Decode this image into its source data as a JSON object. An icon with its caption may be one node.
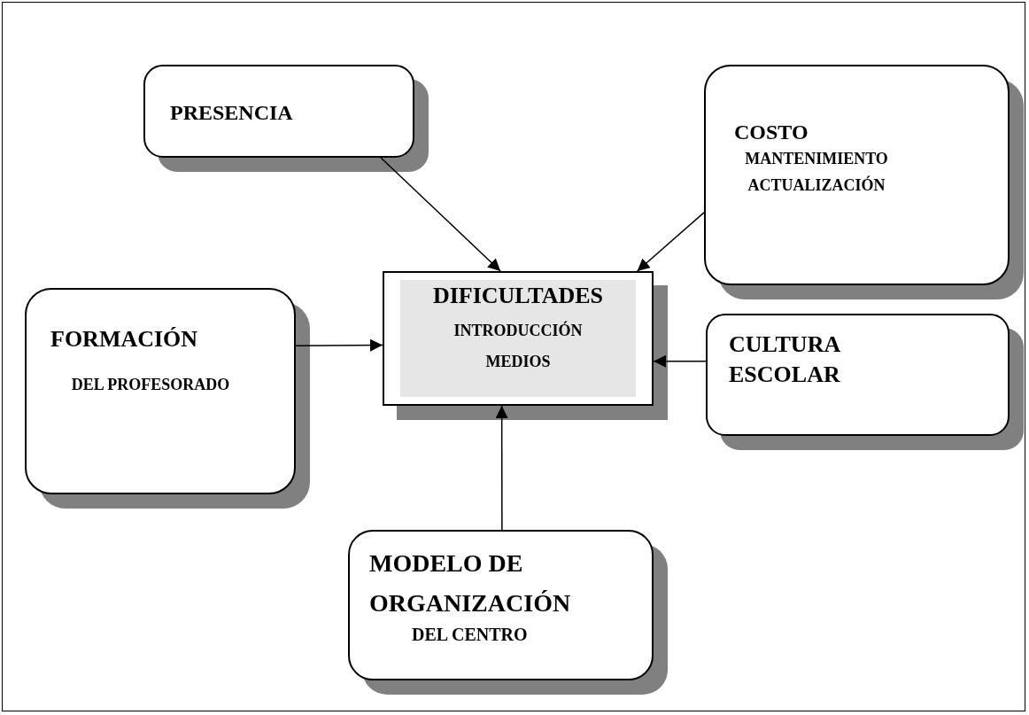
{
  "diagram": {
    "nodes": [
      {
        "text": [
          "PRESENCIA"
        ]
      },
      {
        "text": [
          "COSTO",
          "MANTENIMIENTO ACTUALIZACIÓN"
        ]
      },
      {
        "text": [
          "FORMACIÓN",
          "DEL PROFESORADO"
        ]
      },
      {
        "text": [
          "DIFICULTADES",
          "INTRODUCCIÓN MEDIOS"
        ]
      },
      {
        "text": [
          "CULTURA ESCOLAR"
        ]
      },
      {
        "text": [
          "MODELO DE ORGANIZACIÓN",
          "DEL CENTRO"
        ]
      }
    ],
    "edges": [
      {
        "from": 0,
        "to": 3,
        "arrow": "to"
      },
      {
        "from": 1,
        "to": 3,
        "arrow": "to"
      },
      {
        "from": 2,
        "to": 3,
        "arrow": "to"
      },
      {
        "from": 4,
        "to": 3,
        "arrow": "to"
      },
      {
        "from": 5,
        "to": 3,
        "arrow": "to"
      }
    ]
  }
}
